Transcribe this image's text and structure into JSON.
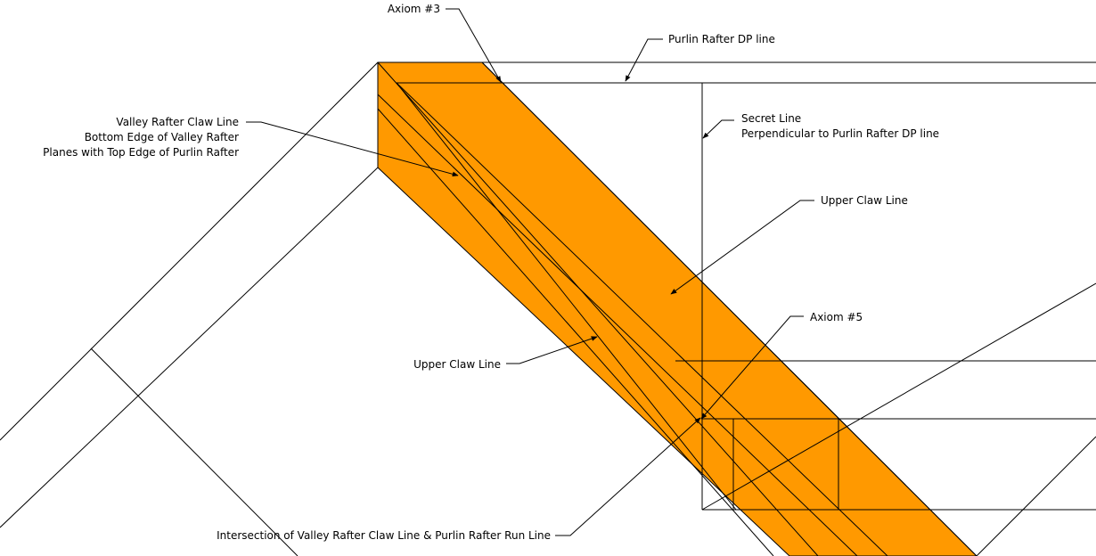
{
  "colors": {
    "rafter_fill": "#FF9900",
    "line": "#000000",
    "background": "#FFFFFF"
  },
  "labels": {
    "axiom3": "Axiom #3",
    "purlin_dp": "Purlin Rafter DP line",
    "valley_claw_1": "Valley Rafter Claw Line",
    "valley_claw_2": "Bottom Edge of Valley Rafter",
    "valley_claw_3": "Planes with Top Edge of Purlin Rafter",
    "secret_1": "Secret Line",
    "secret_2": "Perpendicular to Purlin Rafter DP line",
    "upper_claw_right": "Upper Claw Line",
    "axiom5": "Axiom #5",
    "upper_claw_left": "Upper Claw Line",
    "intersection": "Intersection of Valley Rafter Claw Line & Purlin Rafter Run Line"
  }
}
